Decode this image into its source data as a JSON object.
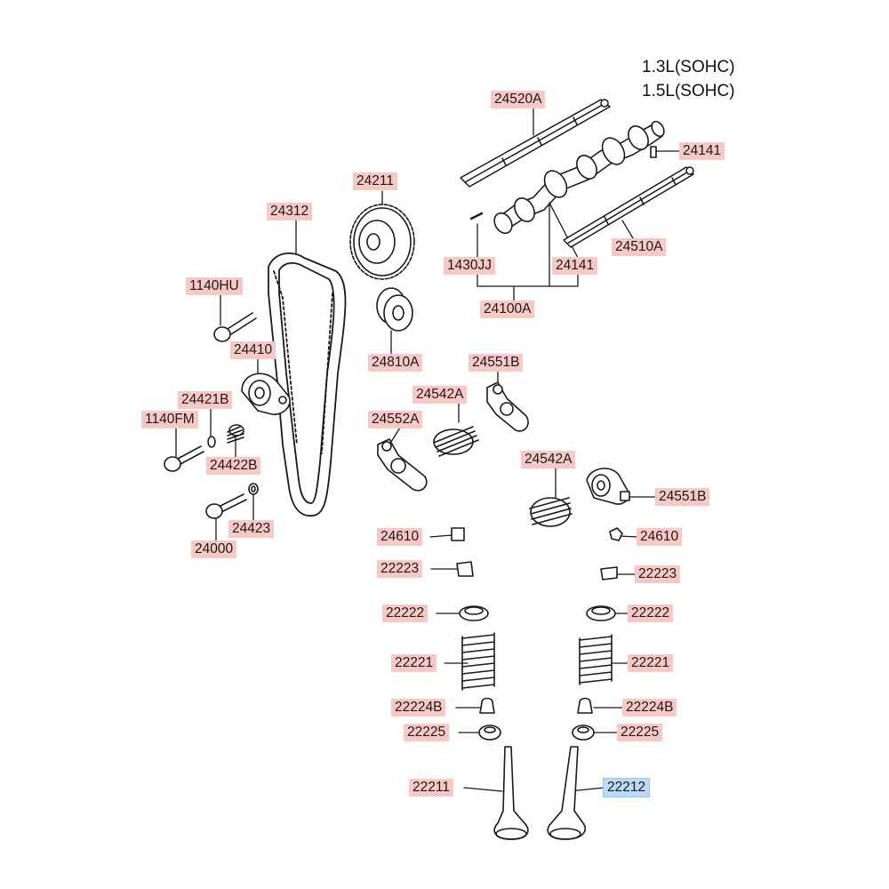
{
  "header": {
    "line1": "1.3L(SOHC)",
    "line2": "1.5L(SOHC)"
  },
  "colors": {
    "label_highlight": "#f7c8c4",
    "selected_highlight": "#bcd9f5",
    "line": "#1a1a1a"
  },
  "parts": {
    "p24520A": "24520A",
    "p24141_top": "24141",
    "p24211": "24211",
    "p24312": "24312",
    "p1430JJ": "1430JJ",
    "p24141_bottom": "24141",
    "p24510A": "24510A",
    "p1140HU": "1140HU",
    "p24100A": "24100A",
    "p24410": "24410",
    "p24810A": "24810A",
    "p24551B_top": "24551B",
    "p24421B": "24421B",
    "p24542A_left": "24542A",
    "p1140FM": "1140FM",
    "p24552A": "24552A",
    "p24422B": "24422B",
    "p24542A_right": "24542A",
    "p24551B_right": "24551B",
    "p24423": "24423",
    "p24000": "24000",
    "p24610_left": "24610",
    "p24610_right": "24610",
    "p22223_left": "22223",
    "p22223_right": "22223",
    "p22222_left": "22222",
    "p22222_right": "22222",
    "p22221_left": "22221",
    "p22221_right": "22221",
    "p22224B_left": "22224B",
    "p22224B_right": "22224B",
    "p22225_left": "22225",
    "p22225_right": "22225",
    "p22211": "22211",
    "p22212": "22212"
  }
}
